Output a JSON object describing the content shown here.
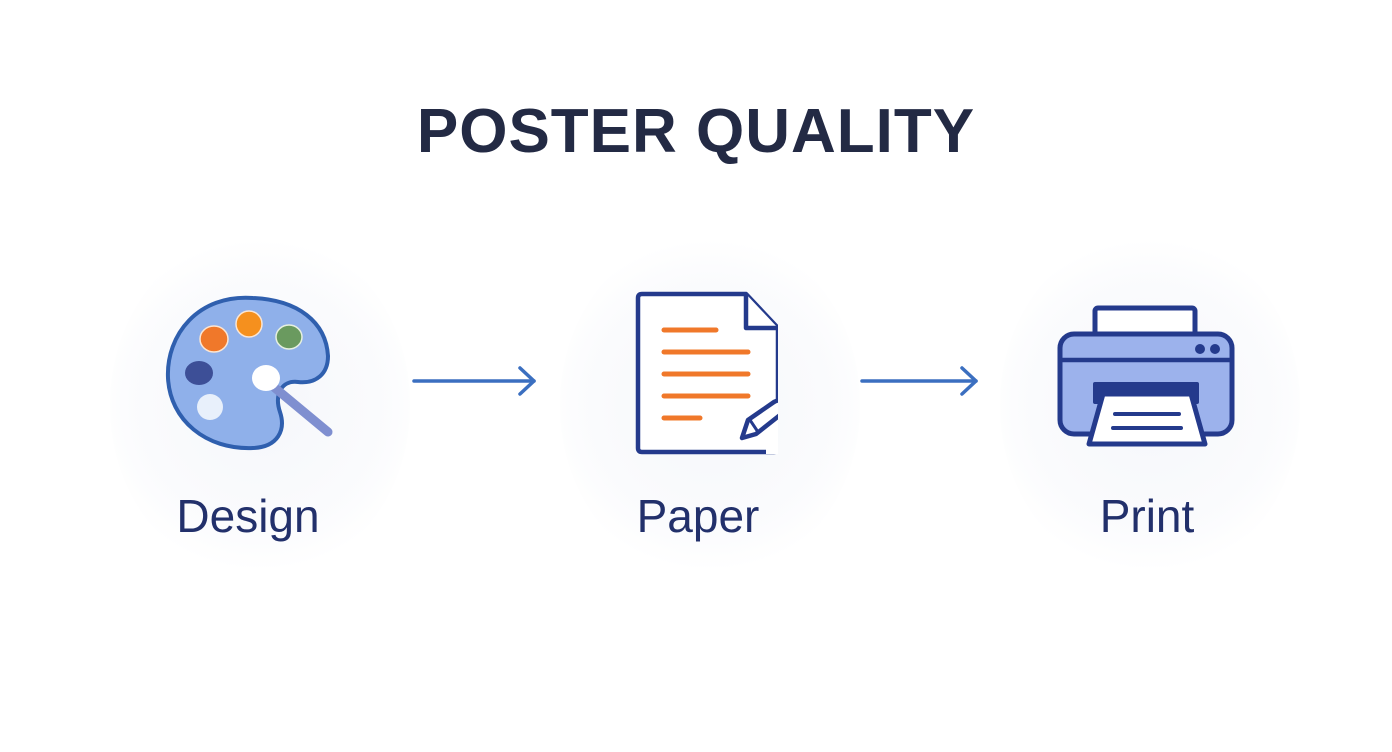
{
  "title": "POSTER QUALITY",
  "steps": [
    {
      "label": "Design",
      "icon": "palette-icon"
    },
    {
      "label": "Paper",
      "icon": "document-edit-icon"
    },
    {
      "label": "Print",
      "icon": "printer-icon"
    }
  ],
  "arrows": [
    {
      "from": "Design",
      "to": "Paper",
      "icon": "arrow-right-icon"
    },
    {
      "from": "Paper",
      "to": "Print",
      "icon": "arrow-right-icon"
    }
  ],
  "colors": {
    "title": "#232a44",
    "label": "#22306b",
    "outline_blue": "#2f5fae",
    "dark_navy": "#243a8c",
    "fill_light_blue": "#8fb0ea",
    "printer_fill": "#9cb2ec",
    "orange": "#f0782a",
    "green": "#6a9a5f",
    "arrow": "#3b6fc0"
  }
}
